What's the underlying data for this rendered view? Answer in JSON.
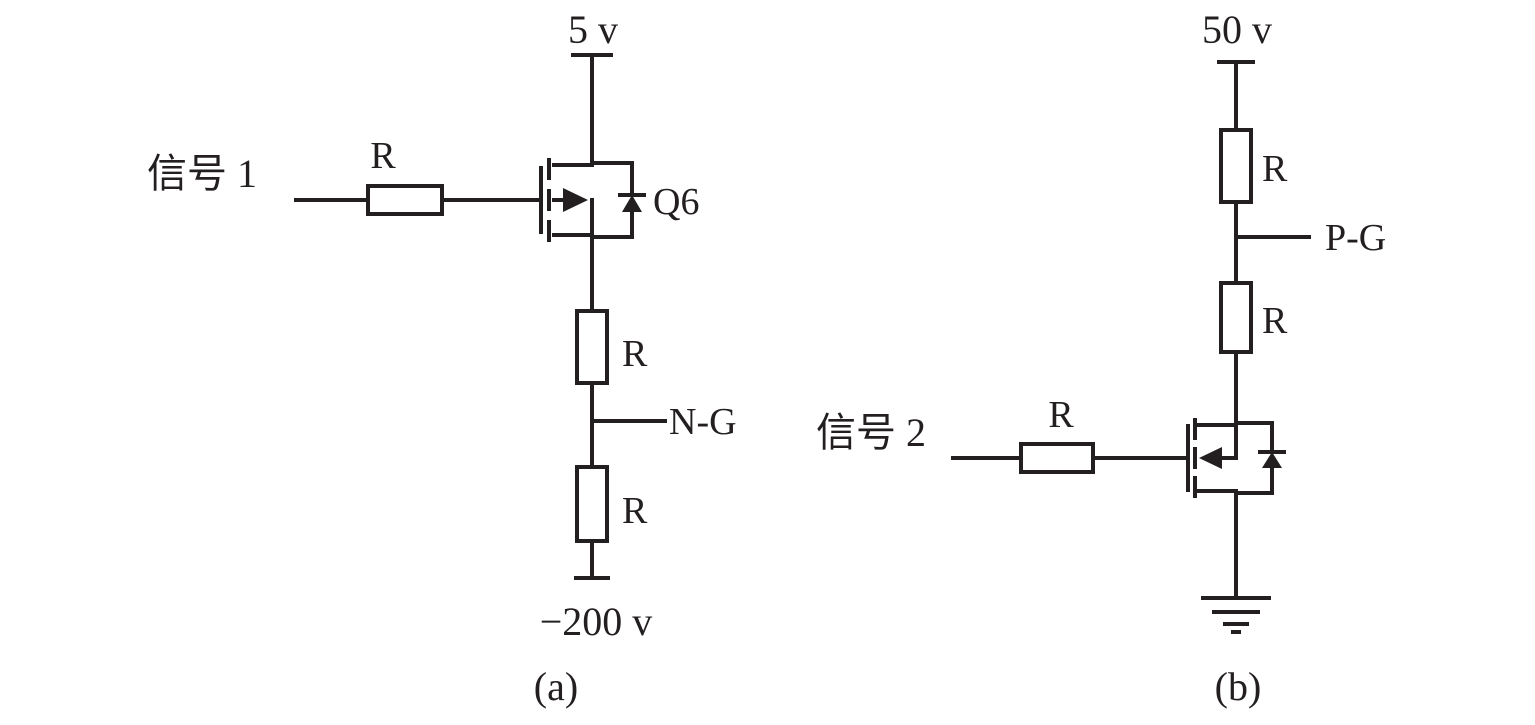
{
  "circuit_a": {
    "supply_label": "5 v",
    "neg_supply_label": "−200 v",
    "input_label": "信号 1",
    "input_resistor_label": "R",
    "transistor_label": "Q6",
    "upper_resistor_label": "R",
    "output_label": "N-G",
    "lower_resistor_label": "R",
    "caption": "(a)"
  },
  "circuit_b": {
    "supply_label": "50 v",
    "upper_resistor_label": "R",
    "output_label": "P-G",
    "lower_resistor_label": "R",
    "input_label": "信号 2",
    "input_resistor_label": "R",
    "caption": "(b)",
    "ground_symbol": "ground-icon"
  }
}
